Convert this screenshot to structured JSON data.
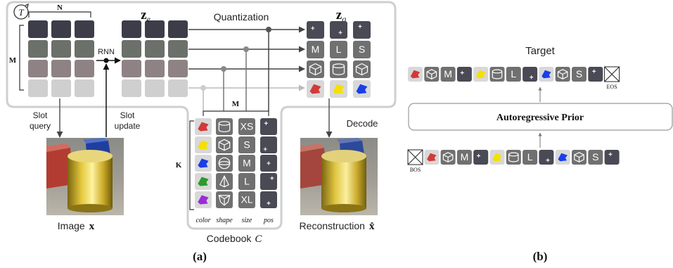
{
  "panel_a": {
    "loop_symbol": "T",
    "n_label": "N",
    "m_label": "M",
    "rnn_label": "RNN",
    "ze_label": "z",
    "ze_sub": "e",
    "quantization_label": "Quantization",
    "zq_label": "z",
    "zq_sub": "q",
    "slot_query_line1": "Slot",
    "slot_query_line2": "query",
    "slot_update_line1": "Slot",
    "slot_update_line2": "update",
    "decode_label": "Decode",
    "image_label_text": "Image",
    "image_label_var": "x",
    "recon_label_text": "Reconstruction",
    "recon_label_var": "x̂",
    "codebook_m_label": "M",
    "codebook_k_label": "K",
    "codebook_label_text": "Codebook",
    "codebook_label_var": "C",
    "codebook_col_labels": [
      "color",
      "shape",
      "size",
      "pos"
    ],
    "size_values": [
      "XS",
      "S",
      "M",
      "L",
      "XL"
    ],
    "zq_size_values": [
      "M",
      "L",
      "S"
    ],
    "caption": "(a)"
  },
  "panel_b": {
    "target_label": "Target",
    "prior_label": "Autoregressive Prior",
    "bos_label": "BOS",
    "eos_label": "EOS",
    "sequence_sizes": [
      "M",
      "L",
      "S"
    ],
    "caption": "(b)"
  },
  "colors": {
    "slot_row1": "#3d3d4a",
    "slot_row2": "#6b706a",
    "slot_row3": "#8f8284",
    "slot_row4": "#cfcfcf",
    "token_dark": "#4a4a55",
    "token_gray": "#707070",
    "codebook_bg": "#d8d8d8",
    "red": "#d23a3a",
    "yellow": "#f5e000",
    "blue": "#1a3ee8",
    "green": "#2c9a2c",
    "purple": "#9a2cd6"
  }
}
